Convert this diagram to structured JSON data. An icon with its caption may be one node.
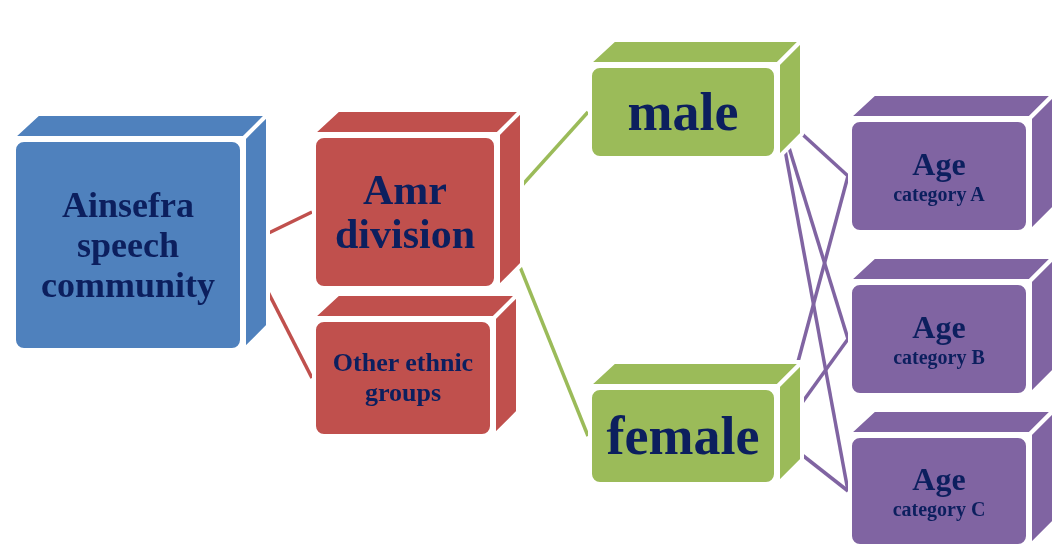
{
  "diagram": {
    "nodes": [
      {
        "text": [
          "Ainsefra speech community"
        ]
      },
      {
        "text": [
          "Amr division"
        ]
      },
      {
        "text": [
          "Other ethnic groups"
        ]
      },
      {
        "text": [
          "male"
        ]
      },
      {
        "text": [
          "female"
        ]
      },
      {
        "text": [
          "Age",
          "category A"
        ]
      },
      {
        "text": [
          "Age",
          "category B"
        ]
      },
      {
        "text": [
          "Age",
          "category C"
        ]
      }
    ],
    "edges": [
      {
        "from": 0,
        "to": 1,
        "arrow": "none",
        "color": "#c0504d"
      },
      {
        "from": 0,
        "to": 2,
        "arrow": "none",
        "color": "#c0504d"
      },
      {
        "from": 1,
        "to": 3,
        "arrow": "none",
        "color": "#9bbb59"
      },
      {
        "from": 1,
        "to": 4,
        "arrow": "none",
        "color": "#9bbb59"
      },
      {
        "from": 3,
        "to": 5,
        "arrow": "none"
      },
      {
        "from": 3,
        "to": 6,
        "arrow": "none"
      },
      {
        "from": 3,
        "to": 7,
        "arrow": "none"
      },
      {
        "from": 4,
        "to": 5,
        "arrow": "none"
      },
      {
        "from": 4,
        "to": 6,
        "arrow": "none"
      },
      {
        "from": 4,
        "to": 7,
        "arrow": "none"
      }
    ]
  }
}
